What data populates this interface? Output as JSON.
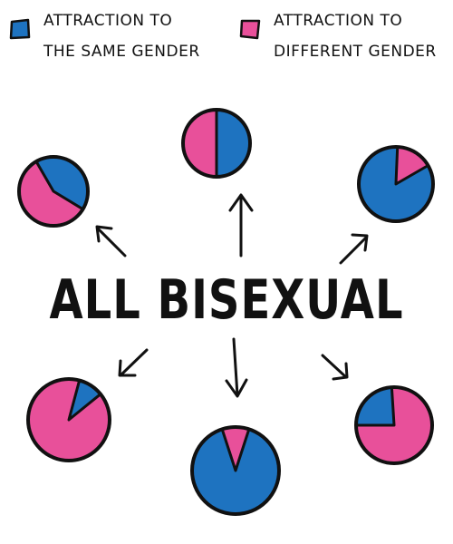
{
  "legend": {
    "same": {
      "label_line1": "ATTRACTION TO",
      "label_line2": "THE SAME GENDER",
      "color": "#1e73c0"
    },
    "different": {
      "label_line1": "ATTRACTION TO",
      "label_line2": "DIFFERENT GENDER",
      "color": "#e8509a"
    }
  },
  "title": "ALL BISEXUAL",
  "outline_color": "#111111",
  "chart_data": {
    "type": "pie",
    "series_names": [
      "ATTRACTION TO THE SAME GENDER",
      "ATTRACTION TO DIFFERENT GENDER"
    ],
    "pies": [
      {
        "id": "pie-top",
        "same_fraction": 0.5
      },
      {
        "id": "pie-upper-left",
        "same_fraction": 0.42
      },
      {
        "id": "pie-upper-right",
        "same_fraction": 0.84
      },
      {
        "id": "pie-lower-left",
        "same_fraction": 0.1
      },
      {
        "id": "pie-bottom",
        "same_fraction": 0.9
      },
      {
        "id": "pie-lower-right",
        "same_fraction": 0.24
      }
    ]
  }
}
